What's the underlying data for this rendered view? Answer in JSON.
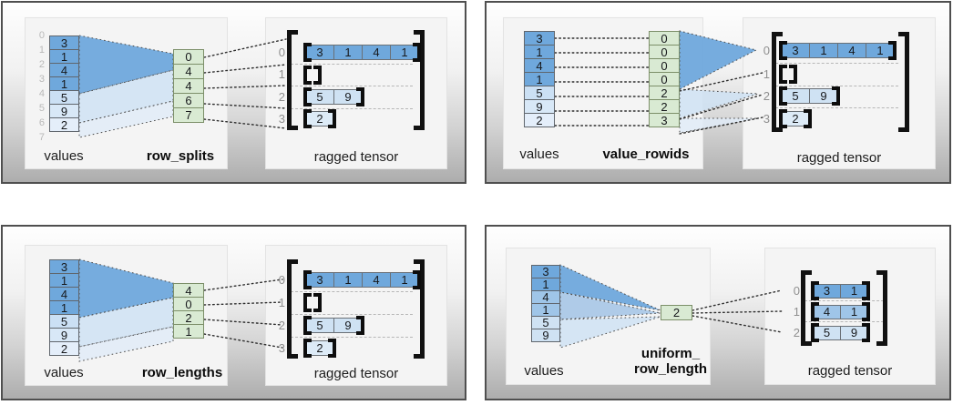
{
  "colors": {
    "value_dark_blue": "#6fa8dc",
    "value_medium_blue": "#9fc5e8",
    "value_light_blue": "#cfe2f3",
    "index_green": "#d9ead3"
  },
  "panels": {
    "row_splits": {
      "values_label": "values",
      "method_label": "row_splits",
      "tensor_label": "ragged tensor",
      "value_indices": [
        "0",
        "1",
        "2",
        "3",
        "4",
        "5",
        "6",
        "7"
      ],
      "values": [
        "3",
        "1",
        "4",
        "1",
        "5",
        "9",
        "2"
      ],
      "method_values": [
        "0",
        "4",
        "4",
        "6",
        "7"
      ],
      "row_indices": [
        "0",
        "1",
        "2",
        "3"
      ],
      "tensor_rows": [
        [
          "3",
          "1",
          "4",
          "1"
        ],
        [],
        [
          "5",
          "9"
        ],
        [
          "2"
        ]
      ]
    },
    "value_rowids": {
      "values_label": "values",
      "method_label": "value_rowids",
      "tensor_label": "ragged tensor",
      "values": [
        "3",
        "1",
        "4",
        "1",
        "5",
        "9",
        "2"
      ],
      "method_values": [
        "0",
        "0",
        "0",
        "0",
        "2",
        "2",
        "3"
      ],
      "row_indices": [
        "0",
        "1",
        "2",
        "3"
      ],
      "tensor_rows": [
        [
          "3",
          "1",
          "4",
          "1"
        ],
        [],
        [
          "5",
          "9"
        ],
        [
          "2"
        ]
      ]
    },
    "row_lengths": {
      "values_label": "values",
      "method_label": "row_lengths",
      "tensor_label": "ragged tensor",
      "values": [
        "3",
        "1",
        "4",
        "1",
        "5",
        "9",
        "2"
      ],
      "method_values": [
        "4",
        "0",
        "2",
        "1"
      ],
      "row_indices": [
        "0",
        "1",
        "2",
        "3"
      ],
      "tensor_rows": [
        [
          "3",
          "1",
          "4",
          "1"
        ],
        [],
        [
          "5",
          "9"
        ],
        [
          "2"
        ]
      ]
    },
    "uniform_row_length": {
      "values_label": "values",
      "method_label_lines": [
        "uniform_",
        "row_length"
      ],
      "tensor_label": "ragged tensor",
      "values": [
        "3",
        "1",
        "4",
        "1",
        "5",
        "9"
      ],
      "method_value": "2",
      "row_indices": [
        "0",
        "1",
        "2"
      ],
      "tensor_rows": [
        [
          "3",
          "1"
        ],
        [
          "4",
          "1"
        ],
        [
          "5",
          "9"
        ]
      ]
    }
  }
}
